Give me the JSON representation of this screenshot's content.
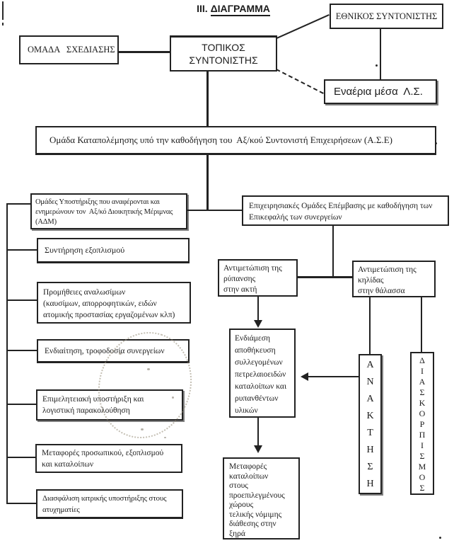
{
  "colors": {
    "ink": "#222222",
    "paper": "#ffffff",
    "stamp": "#948a76"
  },
  "title": {
    "prefix": "III.",
    "main": "ΔΙΑΓΡΑΜΜΑ"
  },
  "nodes": {
    "ethnikos_syntonistis": {
      "label": "ΕΘΝΙΚΟΣ ΣΥΝΤΟΝΙΣΤΗΣ"
    },
    "omada_sxediasis": {
      "label": "ΟΜΑΔΑ   ΣΧΕΔΙΑΣΗΣ"
    },
    "topikos_syntonistis": {
      "label": "ΤΟΠΙΚΟΣ\nΣΥΝΤΟΝΙΣΤΗΣ"
    },
    "enaeria_mesa": {
      "label": "Εναέρια μέσα  Λ.Σ."
    },
    "omada_katapolemisis": {
      "label": "Ομάδα Καταπολέμησης υπό την καθοδήγηση του  Αξ/κού Συντονιστή Επιχειρήσεων (Α.Σ.Ε)"
    },
    "omades_ypostirixis": {
      "label": "Ομάδες Υποστήριξης που αναφέρονται και\nενημερώνουν τον  Αξ/κό Διοικητικής Μέριμνας\n(ΑΔΜ)"
    },
    "epixeirisiakes_omades": {
      "label": "Επιχειρησιακές Ομάδες Επέμβασης με καθοδήγηση των\nΕπικεφαλής των συνεργείων"
    },
    "syntirisi_exoplismou": {
      "label": "Συντήρηση εξοπλισμού"
    },
    "promitheies_analosimon": {
      "label": "Προμήθειες αναλωσίμων\n(καυσίμων, απορροφητικών, ειδών\nατομικής προστασίας εργαζομένων κλπ)"
    },
    "endiaitisi_trofodosia": {
      "label": "Ενδιαίτηση, τροφοδοσία συνεργείων"
    },
    "epimeliteiaki": {
      "label": "Επιμελητειακή υποστήριξη και\nλογιστική παρακολούθηση"
    },
    "metafores_prosopikou": {
      "label": "Μεταφορές προσωπικού, εξοπλισμού\nκαι καταλοίπων"
    },
    "diasfalisi_iatrikis": {
      "label": "Διασφάλιση ιατρικής υποστήριξης στους\nατυχηματίες"
    },
    "antimetopisi_akti": {
      "label": "Αντιμετώπιση της\nρύπανσης\nστην ακτή"
    },
    "antimetopisi_thalassa": {
      "label": "Αντιμετώπιση της\nκηλίδας\nστην θάλασσα"
    },
    "endiamesi_apothikefsi": {
      "label": "Ενδιάμεση\nαποθήκευση\nσυλλεγομένων\nπετρελαιοειδών\nκαταλοίπων και\nρυπανθέντων\nυλικών"
    },
    "metafores_kataloipon": {
      "label": "Μεταφορές\nκαταλοίπων\nστους\nπροεπιλεγμένους\nχώρους\nτελικής νόμιμης\nδιάθεσης στην\nξηρά"
    },
    "anaktisi": {
      "label": "ΑΝΑΚΤΗΣΗ"
    },
    "diaskorpismos": {
      "label": "ΔΙΑΣΚΟΡΠΙΣΜΟΣ"
    }
  }
}
